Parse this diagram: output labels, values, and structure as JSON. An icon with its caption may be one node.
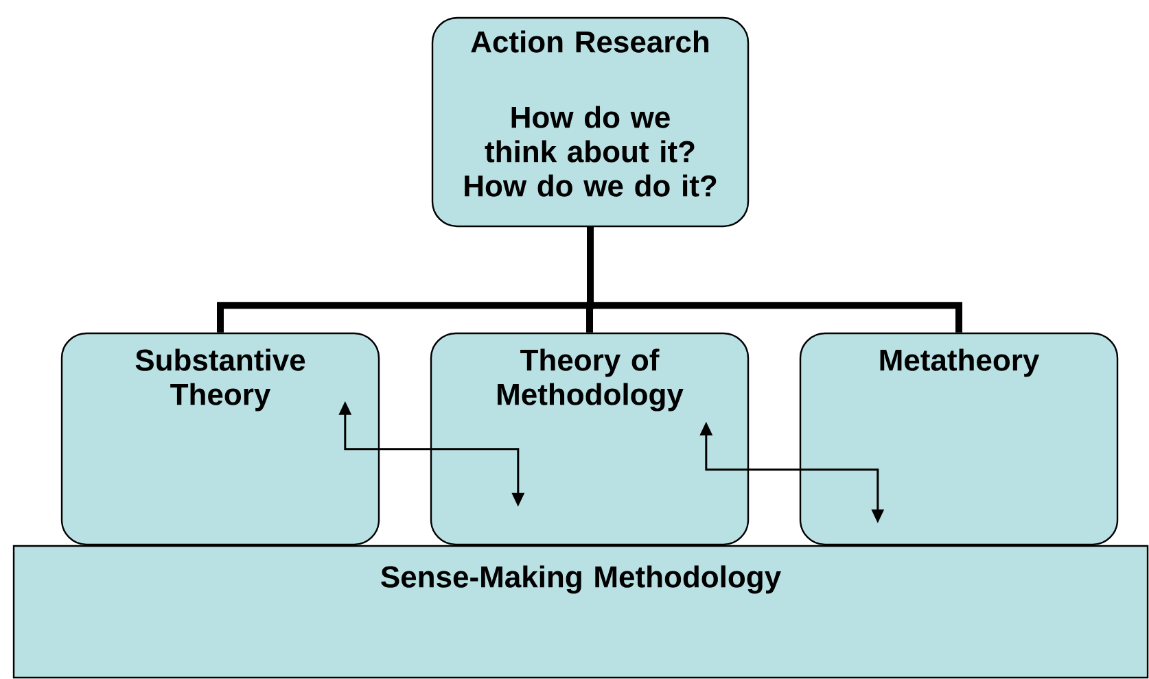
{
  "diagram": {
    "nodes": [
      {
        "text": [
          "Action Research",
          "How do we think about it?",
          "How do we do it?"
        ]
      },
      {
        "text": [
          "Substantive Theory"
        ]
      },
      {
        "text": [
          "Theory of Methodology"
        ]
      },
      {
        "text": [
          "Metatheory"
        ]
      },
      {
        "text": [
          "Sense-Making Methodology"
        ]
      }
    ],
    "edges": [
      {
        "from": 0,
        "to": 1,
        "arrow": "none"
      },
      {
        "from": 0,
        "to": 2,
        "arrow": "none"
      },
      {
        "from": 0,
        "to": 3,
        "arrow": "none"
      },
      {
        "from": 1,
        "to": 2,
        "arrow": "both"
      },
      {
        "from": 2,
        "to": 3,
        "arrow": "both"
      }
    ]
  }
}
